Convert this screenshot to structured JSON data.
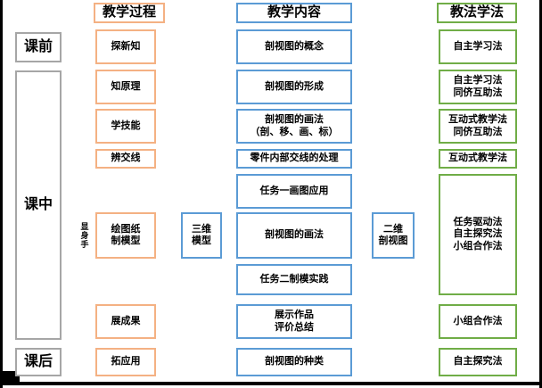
{
  "slide": {
    "title_row": {
      "process_header": "教学过程",
      "content_header": "教学内容",
      "method_header": "教法学法"
    },
    "stages": [
      {
        "name": "stage-before",
        "label": "课前"
      },
      {
        "name": "stage-during",
        "label": "课中"
      },
      {
        "name": "stage-after",
        "label": "课后"
      }
    ],
    "process_steps": [
      {
        "name": "step-explore",
        "label": "探新知"
      },
      {
        "name": "step-principle",
        "label": "知原理"
      },
      {
        "name": "step-skill",
        "label": "学技能"
      },
      {
        "name": "step-lines",
        "label": "辨交线"
      },
      {
        "name": "step-practice",
        "label": "绘图纸\n制模型"
      },
      {
        "name": "step-show",
        "label": "展成果"
      },
      {
        "name": "step-extend",
        "label": "拓应用"
      }
    ],
    "process_side_label": "显身手",
    "model_labels": [
      {
        "name": "model-3d",
        "label": "三维\n模型"
      },
      {
        "name": "model-2d",
        "label": "二维\n剖视图"
      }
    ],
    "content_items": [
      {
        "name": "content-concept",
        "label": "剖视图的概念"
      },
      {
        "name": "content-formation",
        "label": "剖视图的形成"
      },
      {
        "name": "content-drawing-method",
        "label": "剖视图的画法\n（剖、移、画、标）"
      },
      {
        "name": "content-internal-lines",
        "label": "零件内部交线的处理"
      },
      {
        "name": "content-task-one",
        "label": "任务一画图应用"
      },
      {
        "name": "content-drawing-method-2",
        "label": "剖视图的画法"
      },
      {
        "name": "content-task-two",
        "label": "任务二制模实践"
      },
      {
        "name": "content-showcase",
        "label": "展示作品\n评价总结"
      },
      {
        "name": "content-types",
        "label": "剖视图的种类"
      }
    ],
    "method_items": [
      {
        "name": "method-self-study",
        "label": "自主学习法"
      },
      {
        "name": "method-self-peer",
        "label": "自主学习法\n同侪互助法"
      },
      {
        "name": "method-interactive-peer",
        "label": "互动式教学法\n同侪互助法"
      },
      {
        "name": "method-interactive",
        "label": "互动式教学法"
      },
      {
        "name": "method-task-driven",
        "label": "任务驱动法\n自主探究法\n小组合作法"
      },
      {
        "name": "method-group",
        "label": "小组合作法"
      },
      {
        "name": "method-inquiry",
        "label": "自主探究法"
      }
    ],
    "colors": {
      "orange": "#F4B183",
      "blue": "#5B9BD5",
      "green": "#70AD47",
      "gray": "#A6A6A6",
      "text": "#000000",
      "background": "#FFFFFF"
    }
  }
}
